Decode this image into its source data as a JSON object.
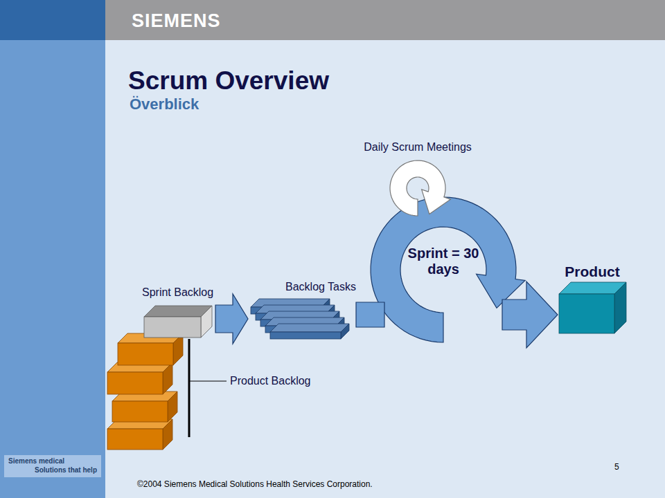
{
  "diagram": {
    "title": "Scrum Overview",
    "nodes": [
      {
        "text": [
          "Product Backlog"
        ]
      },
      {
        "text": [
          "Sprint Backlog"
        ]
      },
      {
        "text": [
          "Backlog Tasks"
        ]
      },
      {
        "text": [
          "Sprint = 30 days"
        ]
      },
      {
        "text": [
          "Daily Scrum Meetings"
        ]
      },
      {
        "text": [
          "Product"
        ]
      }
    ],
    "edges": [
      {
        "from": 1,
        "to": 2,
        "arrow": "to"
      },
      {
        "from": 2,
        "to": 3,
        "arrow": "none"
      },
      {
        "from": 3,
        "to": 5,
        "arrow": "to"
      }
    ],
    "labels": [
      "SIEMENS",
      "Överblick",
      "Siemens medical",
      "Solutions that help",
      "5",
      "©2004 Siemens Medical Solutions Health Services Corporation."
    ]
  }
}
